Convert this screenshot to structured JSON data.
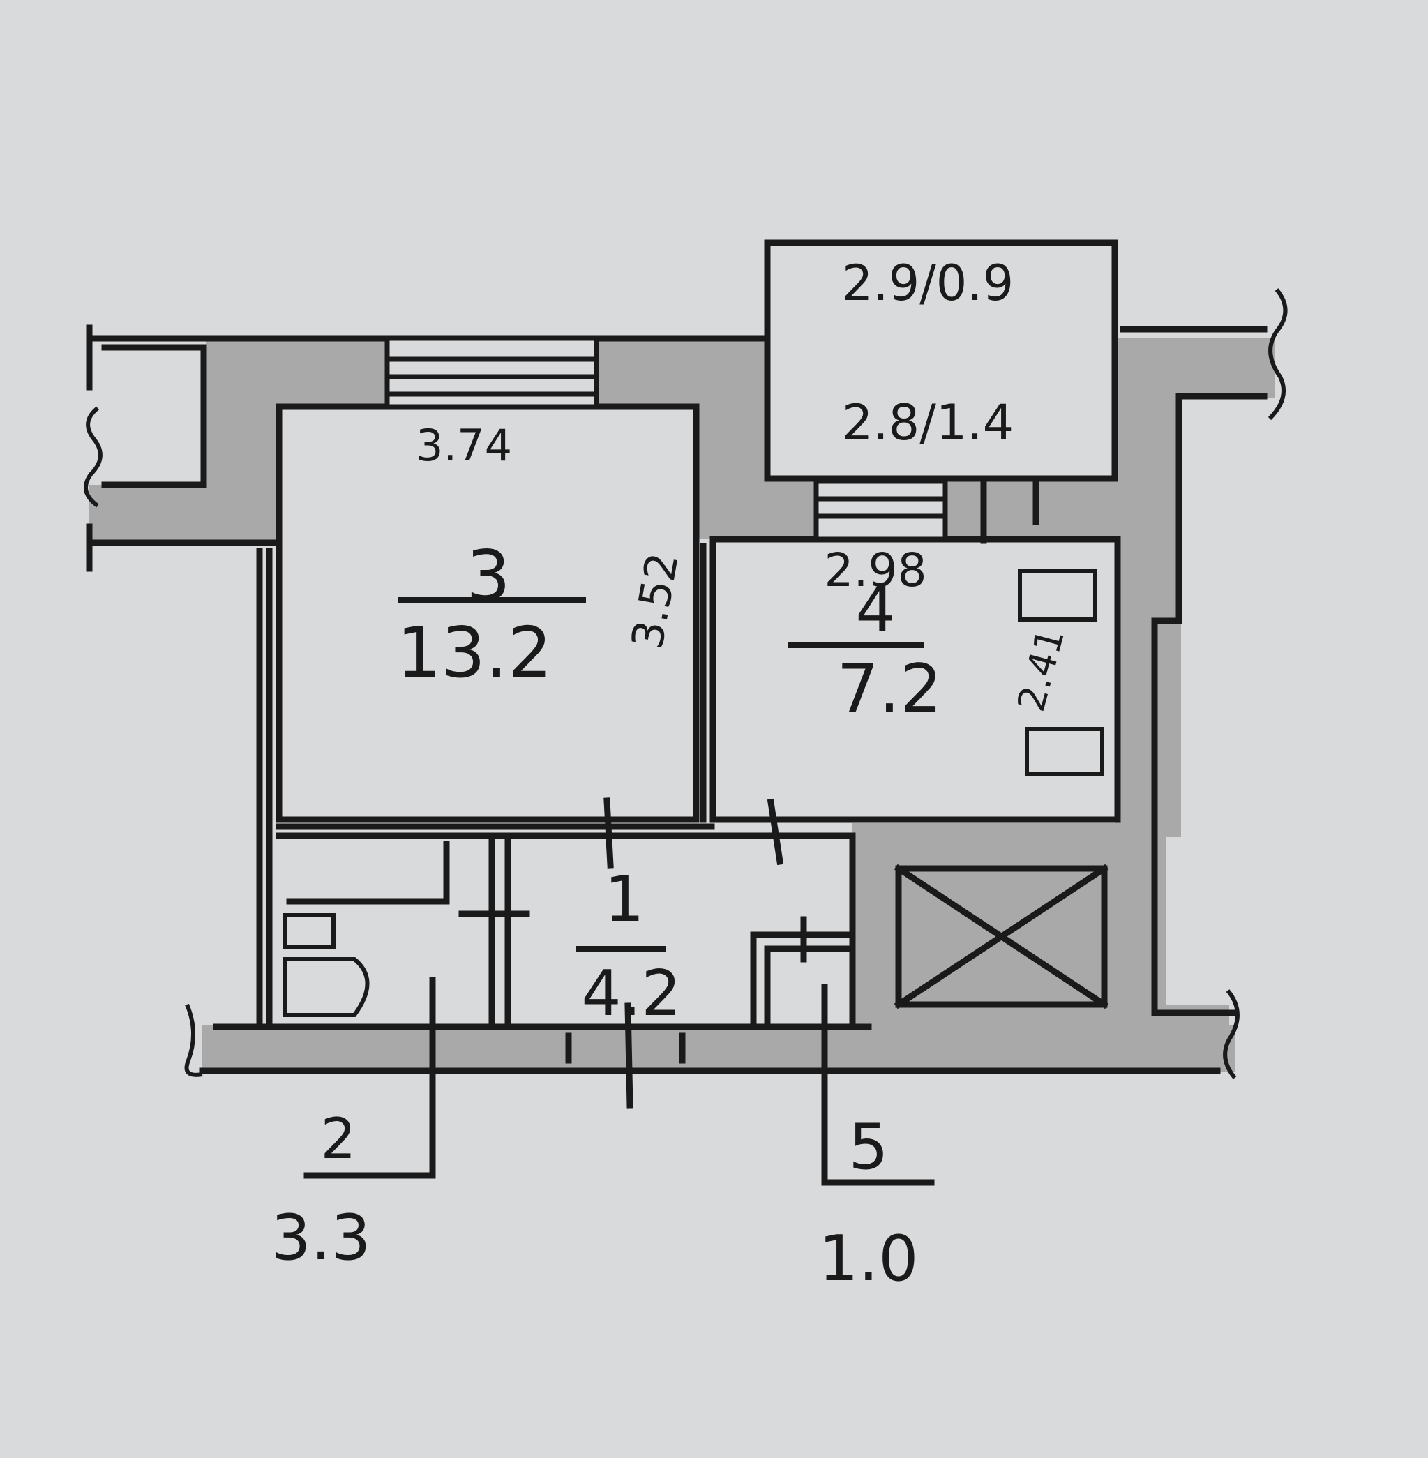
{
  "sheet": {
    "paper_color": "#d9dadb",
    "wall_fill": "#a9a9a9",
    "ink_color": "#1a1a1a"
  },
  "balcony": {
    "top_label": "2.9/0.9",
    "bottom_label": "2.8/1.4"
  },
  "room3": {
    "number": "3",
    "area": "13.2",
    "width_dim": "3.74",
    "depth_dim": "3.52"
  },
  "room4": {
    "number": "4",
    "area": "7.2",
    "width_dim": "2.98",
    "depth_dim": "2.41"
  },
  "room1": {
    "number": "1",
    "area": "4.2"
  },
  "room2": {
    "number": "2",
    "area": "3.3"
  },
  "room5": {
    "number": "5",
    "area": "1.0"
  }
}
